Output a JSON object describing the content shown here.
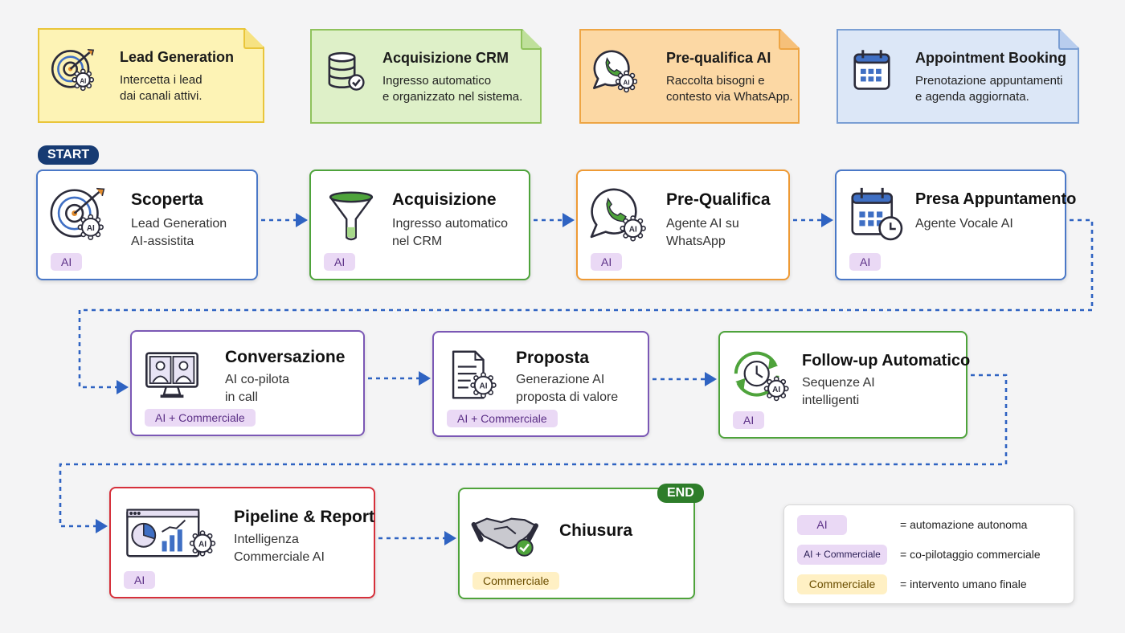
{
  "notes": [
    {
      "title": "Lead Generation",
      "line1": "Intercetta i lead",
      "line2": "dai canali attivi.",
      "icon": "target-ai-icon",
      "fill": "#fdf3b5",
      "border": "#e9c53a",
      "fold": "#f6e282"
    },
    {
      "title": "Acquisizione CRM",
      "line1": "Ingresso automatico",
      "line2": "e organizzato nel sistema.",
      "icon": "database-check-icon",
      "fill": "#def0c8",
      "border": "#8fc25c",
      "fold": "#bfe09b"
    },
    {
      "title": "Pre-qualifica AI",
      "line1": "Raccolta bisogni e",
      "line2": "contesto via WhatsApp.",
      "icon": "whatsapp-ai-icon",
      "fill": "#fcd8a4",
      "border": "#eea544",
      "fold": "#f6c07a"
    },
    {
      "title": "Appointment Booking",
      "line1": "Prenotazione appuntamenti",
      "line2": "e agenda aggiornata.",
      "icon": "calendar-icon",
      "fill": "#dce7f7",
      "border": "#7b9fd4",
      "fold": "#b8cdee"
    }
  ],
  "start_label": "START",
  "end_label": "END",
  "steps": [
    {
      "title": "Scoperta",
      "line1": "Lead Generation",
      "line2": "AI-assistita",
      "badge": "AI",
      "badge_type": "ai",
      "icon": "target-ai-icon",
      "border": "#4a78c7"
    },
    {
      "title": "Acquisizione",
      "line1": "Ingresso automatico",
      "line2": "nel CRM",
      "badge": "AI",
      "badge_type": "ai",
      "icon": "funnel-icon",
      "border": "#4ea33b"
    },
    {
      "title": "Pre-Qualifica",
      "line1": "Agente AI su",
      "line2": "WhatsApp",
      "badge": "AI",
      "badge_type": "ai",
      "icon": "whatsapp-ai-icon",
      "border": "#ee9a35"
    },
    {
      "title": "Presa Appuntamento",
      "line1": "Agente Vocale AI",
      "line2": "",
      "badge": "AI",
      "badge_type": "ai",
      "icon": "calendar-clock-icon",
      "border": "#4a78c7"
    },
    {
      "title": "Conversazione",
      "line1": "AI co-pilota",
      "line2": "in call",
      "badge": "AI + Commerciale",
      "badge_type": "ai",
      "icon": "video-call-icon",
      "border": "#7b58b5"
    },
    {
      "title": "Proposta",
      "line1": "Generazione AI",
      "line2": "proposta di valore",
      "badge": "AI + Commerciale",
      "badge_type": "ai",
      "icon": "document-ai-icon",
      "border": "#7b58b5"
    },
    {
      "title": "Follow-up Automatico",
      "line1": "Sequenze AI",
      "line2": "intelligenti",
      "badge": "AI",
      "badge_type": "ai",
      "icon": "cycle-clock-ai-icon",
      "border": "#4ea33b"
    },
    {
      "title": "Pipeline & Report",
      "line1": "Intelligenza",
      "line2": "Commerciale AI",
      "badge": "AI",
      "badge_type": "ai",
      "icon": "dashboard-ai-icon",
      "border": "#d6303b"
    },
    {
      "title": "Chiusura",
      "line1": "",
      "line2": "",
      "badge": "Commerciale",
      "badge_type": "com",
      "icon": "handshake-check-icon",
      "border": "#4ea33b"
    }
  ],
  "legend": [
    {
      "badge": "AI",
      "badge_type": "ai",
      "text": "= automazione autonoma"
    },
    {
      "badge": "AI + Commerciale",
      "badge_type": "ai",
      "text": "= co-pilotaggio commerciale"
    },
    {
      "badge": "Commerciale",
      "badge_type": "com",
      "text": "= intervento umano finale"
    }
  ],
  "colors": {
    "connector": "#2f63c2",
    "start_pill": "#173b73",
    "end_pill": "#2e7d2a",
    "icon_dark": "#2b2b3a",
    "icon_orange": "#e08a2b",
    "icon_green": "#4ea33b",
    "icon_blue": "#3f6fc4"
  }
}
